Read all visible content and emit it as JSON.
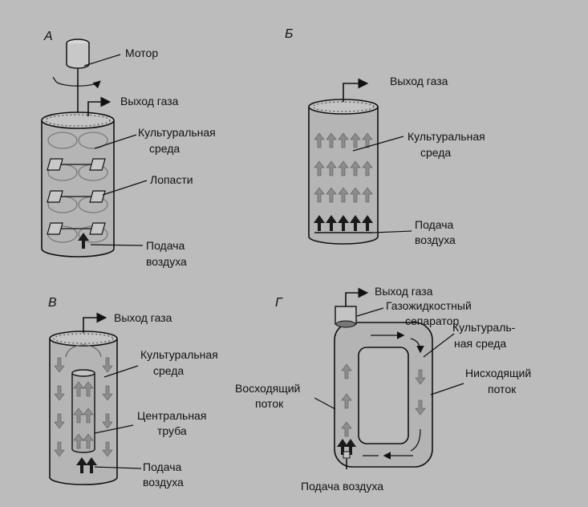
{
  "panels": {
    "a": {
      "letter": "А",
      "motor": "Мотор",
      "gas_out": "Выход газа",
      "medium_line1": "Культуральная",
      "medium_line2": "среда",
      "blades": "Лопасти",
      "air_line1": "Подача",
      "air_line2": "воздуха"
    },
    "b": {
      "letter": "Б",
      "gas_out": "Выход газа",
      "medium_line1": "Культуральная",
      "medium_line2": "среда",
      "air_line1": "Подача",
      "air_line2": "воздуха"
    },
    "v": {
      "letter": "В",
      "gas_out": "Выход газа",
      "medium_line1": "Культуральная",
      "medium_line2": "среда",
      "tube_line1": "Центральная",
      "tube_line2": "труба",
      "air_line1": "Подача",
      "air_line2": "воздуха"
    },
    "g": {
      "letter": "Г",
      "gas_out": "Выход газа",
      "separator_line1": "Газожидкостный",
      "separator_line2": "сепаратор",
      "medium_line1": "Культураль-",
      "medium_line2": "ная среда",
      "down_line1": "Нисходящий",
      "down_line2": "поток",
      "up_line1": "Восходящий",
      "up_line2": "поток",
      "air": "Подача воздуха"
    }
  }
}
